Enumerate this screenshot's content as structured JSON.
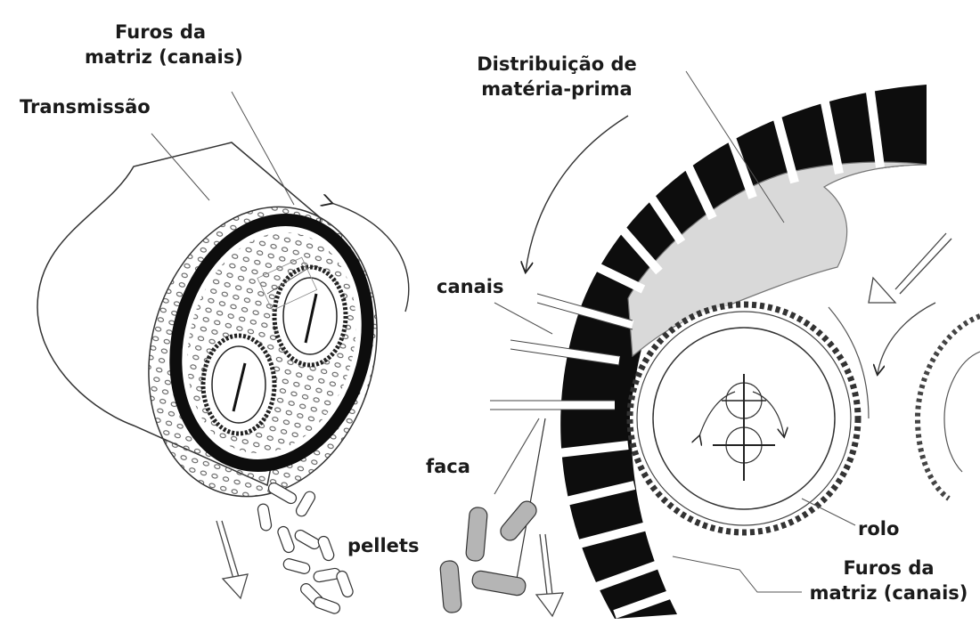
{
  "labels": {
    "furos_top_line1": "Furos da",
    "furos_top_line2": "matriz (canais)",
    "transmissao": "Transmissão",
    "distrib_line1": "Distribuição de",
    "distrib_line2": "matéria-prima",
    "canais": "canais",
    "faca": "faca",
    "pellets": "pellets",
    "rolo": "rolo",
    "furos_bottom_line1": "Furos da",
    "furos_bottom_line2": "matriz (canais)"
  },
  "colors": {
    "ink": "#1a1a1a",
    "die_fill": "#0d0d0d",
    "material_fill": "#d9d9d9",
    "pellet_fill": "#b5b5b5",
    "background": "#ffffff"
  },
  "icons": [
    "rotation-arrow-icon",
    "pellet-fall-arrow-icon",
    "feed-arrow-icon"
  ]
}
